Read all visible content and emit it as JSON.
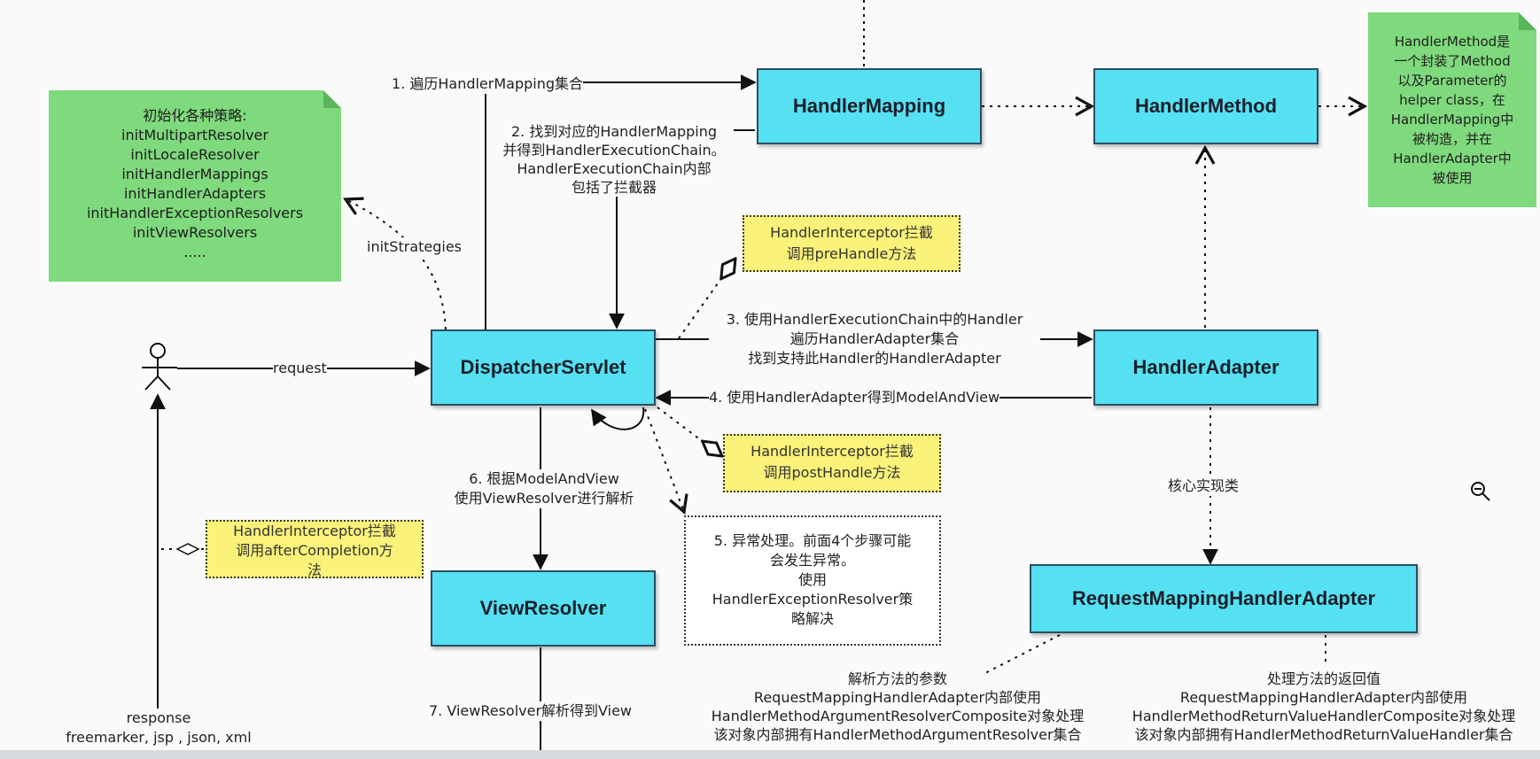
{
  "colors": {
    "component_fill": "#55e1f2",
    "component_border": "#2a4f61",
    "strategy_note": "#7fd97d",
    "interceptor_note": "#fbf27a"
  },
  "components": {
    "handler_mapping": "HandlerMapping",
    "handler_method": "HandlerMethod",
    "dispatcher_servlet": "DispatcherServlet",
    "handler_adapter": "HandlerAdapter",
    "view_resolver": "ViewResolver",
    "request_mapping_handler_adapter": "RequestMappingHandlerAdapter"
  },
  "strategies_note": {
    "title": "初始化各种策略:",
    "items": [
      "initMultipartResolver",
      "initLocaleResolver",
      "initHandlerMappings",
      "initHandlerAdapters",
      "initHandlerExceptionResolvers",
      "initViewResolvers",
      "....."
    ]
  },
  "handler_method_note": [
    "HandlerMethod是",
    "一个封装了Method",
    "以及Parameter的",
    "helper class，在",
    "HandlerMapping中",
    "被构造，并在",
    "HandlerAdapter中",
    "被使用"
  ],
  "interceptor_notes": {
    "pre": [
      "HandlerInterceptor拦截",
      "调用preHandle方法"
    ],
    "post": [
      "HandlerInterceptor拦截",
      "调用postHandle方法"
    ],
    "after": [
      "HandlerInterceptor拦截",
      "调用afterCompletion方",
      "法"
    ]
  },
  "exception_note": [
    "5. 异常处理。前面4个步骤可能",
    "会发生异常。",
    "使用",
    "HandlerExceptionResolver策",
    "略解决"
  ],
  "labels": {
    "step1": "1. 遍历HandlerMapping集合",
    "step2": [
      "2. 找到对应的HandlerMapping",
      "并得到HandlerExecutionChain。",
      "HandlerExecutionChain内部",
      "包括了拦截器"
    ],
    "step3": [
      "3. 使用HandlerExecutionChain中的Handler",
      "遍历HandlerAdapter集合",
      "找到支持此Handler的HandlerAdapter"
    ],
    "step4": "4. 使用HandlerAdapter得到ModelAndView",
    "step6": [
      "6. 根据ModelAndView",
      "使用ViewResolver进行解析"
    ],
    "step7": "7. ViewResolver解析得到View",
    "init_strategies": "initStrategies",
    "request": "request",
    "response": [
      "response",
      "freemarker, jsp , json, xml"
    ],
    "core_impl": "核心实现类",
    "resolve_params": [
      "解析方法的参数",
      "RequestMappingHandlerAdapter内部使用",
      "HandlerMethodArgumentResolverComposite对象处理",
      "该对象内部拥有HandlerMethodArgumentResolver集合"
    ],
    "return_values": [
      "处理方法的返回值",
      "RequestMappingHandlerAdapter内部使用",
      "HandlerMethodReturnValueHandlerComposite对象处理",
      "该对象内部拥有HandlerMethodReturnValueHandler集合"
    ]
  }
}
